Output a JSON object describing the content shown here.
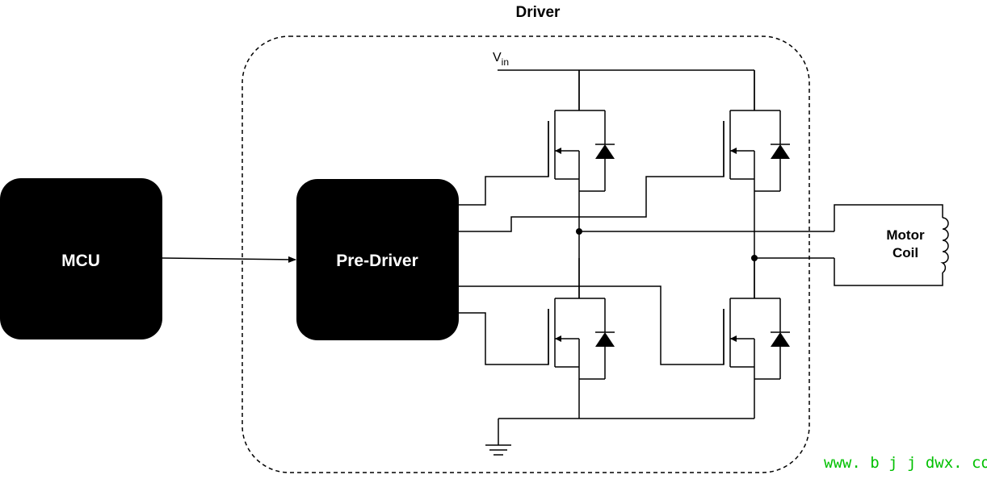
{
  "driver": {
    "title": "Driver"
  },
  "mcu": {
    "label": "MCU"
  },
  "predriver": {
    "label": "Pre-Driver"
  },
  "supply": {
    "symbol": "V",
    "subscript": "in"
  },
  "motor": {
    "line1": "Motor",
    "line2": "Coil"
  },
  "watermark": {
    "text": "www. b j j dwx. com",
    "color": "#00c000"
  },
  "ground": {
    "icon": "ground-icon"
  },
  "colors": {
    "wire": "#000000",
    "block_fill": "#000000",
    "block_text": "#ffffff"
  }
}
